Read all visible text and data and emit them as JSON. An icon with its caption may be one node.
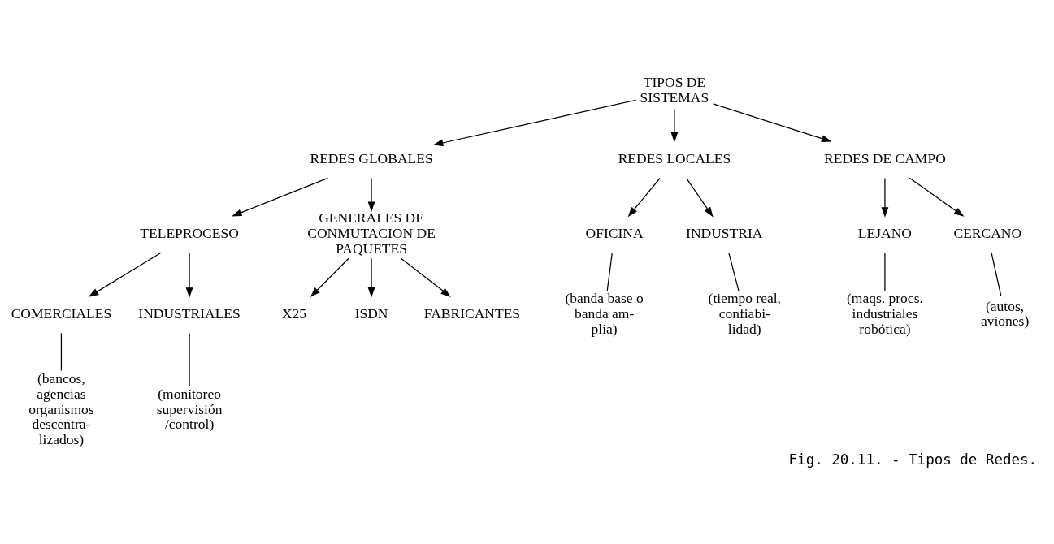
{
  "diagram": {
    "caption": "Fig. 20.11. - Tipos de Redes.",
    "nodes": [
      {
        "text": [
          "TIPOS DE SISTEMAS"
        ]
      },
      {
        "text": [
          "REDES GLOBALES"
        ]
      },
      {
        "text": [
          "REDES LOCALES"
        ]
      },
      {
        "text": [
          "REDES DE CAMPO"
        ]
      },
      {
        "text": [
          "TELEPROCESO"
        ]
      },
      {
        "text": [
          "GENERALES DE CONMUTACION DE PAQUETES"
        ]
      },
      {
        "text": [
          "OFICINA"
        ]
      },
      {
        "text": [
          "INDUSTRIA"
        ]
      },
      {
        "text": [
          "LEJANO"
        ]
      },
      {
        "text": [
          "CERCANO"
        ]
      },
      {
        "text": [
          "COMERCIALES"
        ]
      },
      {
        "text": [
          "INDUSTRIALES"
        ]
      },
      {
        "text": [
          "X25"
        ]
      },
      {
        "text": [
          "ISDN"
        ]
      },
      {
        "text": [
          "FABRICANTES"
        ]
      },
      {
        "text": [
          "(banda base o banda am- plia)"
        ]
      },
      {
        "text": [
          "(tiempo real, confiabi- lidad)"
        ]
      },
      {
        "text": [
          "(maqs. procs. industriales robótica)"
        ]
      },
      {
        "text": [
          "(autos, aviones)"
        ]
      },
      {
        "text": [
          "(bancos, agencias organismos descentra- lizados)"
        ]
      },
      {
        "text": [
          "(monitoreo supervisión /control)"
        ]
      }
    ],
    "edges": [
      {
        "from": 0,
        "to": 1,
        "arrow": "to"
      },
      {
        "from": 0,
        "to": 2,
        "arrow": "to"
      },
      {
        "from": 0,
        "to": 3,
        "arrow": "to"
      },
      {
        "from": 1,
        "to": 4,
        "arrow": "to"
      },
      {
        "from": 1,
        "to": 5,
        "arrow": "to"
      },
      {
        "from": 2,
        "to": 6,
        "arrow": "to"
      },
      {
        "from": 2,
        "to": 7,
        "arrow": "to"
      },
      {
        "from": 3,
        "to": 8,
        "arrow": "to"
      },
      {
        "from": 3,
        "to": 9,
        "arrow": "to"
      },
      {
        "from": 4,
        "to": 10,
        "arrow": "to"
      },
      {
        "from": 4,
        "to": 11,
        "arrow": "to"
      },
      {
        "from": 5,
        "to": 12,
        "arrow": "to"
      },
      {
        "from": 5,
        "to": 13,
        "arrow": "to"
      },
      {
        "from": 5,
        "to": 14,
        "arrow": "to"
      },
      {
        "from": 6,
        "to": 15,
        "arrow": "none"
      },
      {
        "from": 7,
        "to": 16,
        "arrow": "none"
      },
      {
        "from": 8,
        "to": 17,
        "arrow": "none"
      },
      {
        "from": 9,
        "to": 18,
        "arrow": "none"
      },
      {
        "from": 10,
        "to": 19,
        "arrow": "none"
      },
      {
        "from": 11,
        "to": 20,
        "arrow": "none"
      }
    ]
  }
}
